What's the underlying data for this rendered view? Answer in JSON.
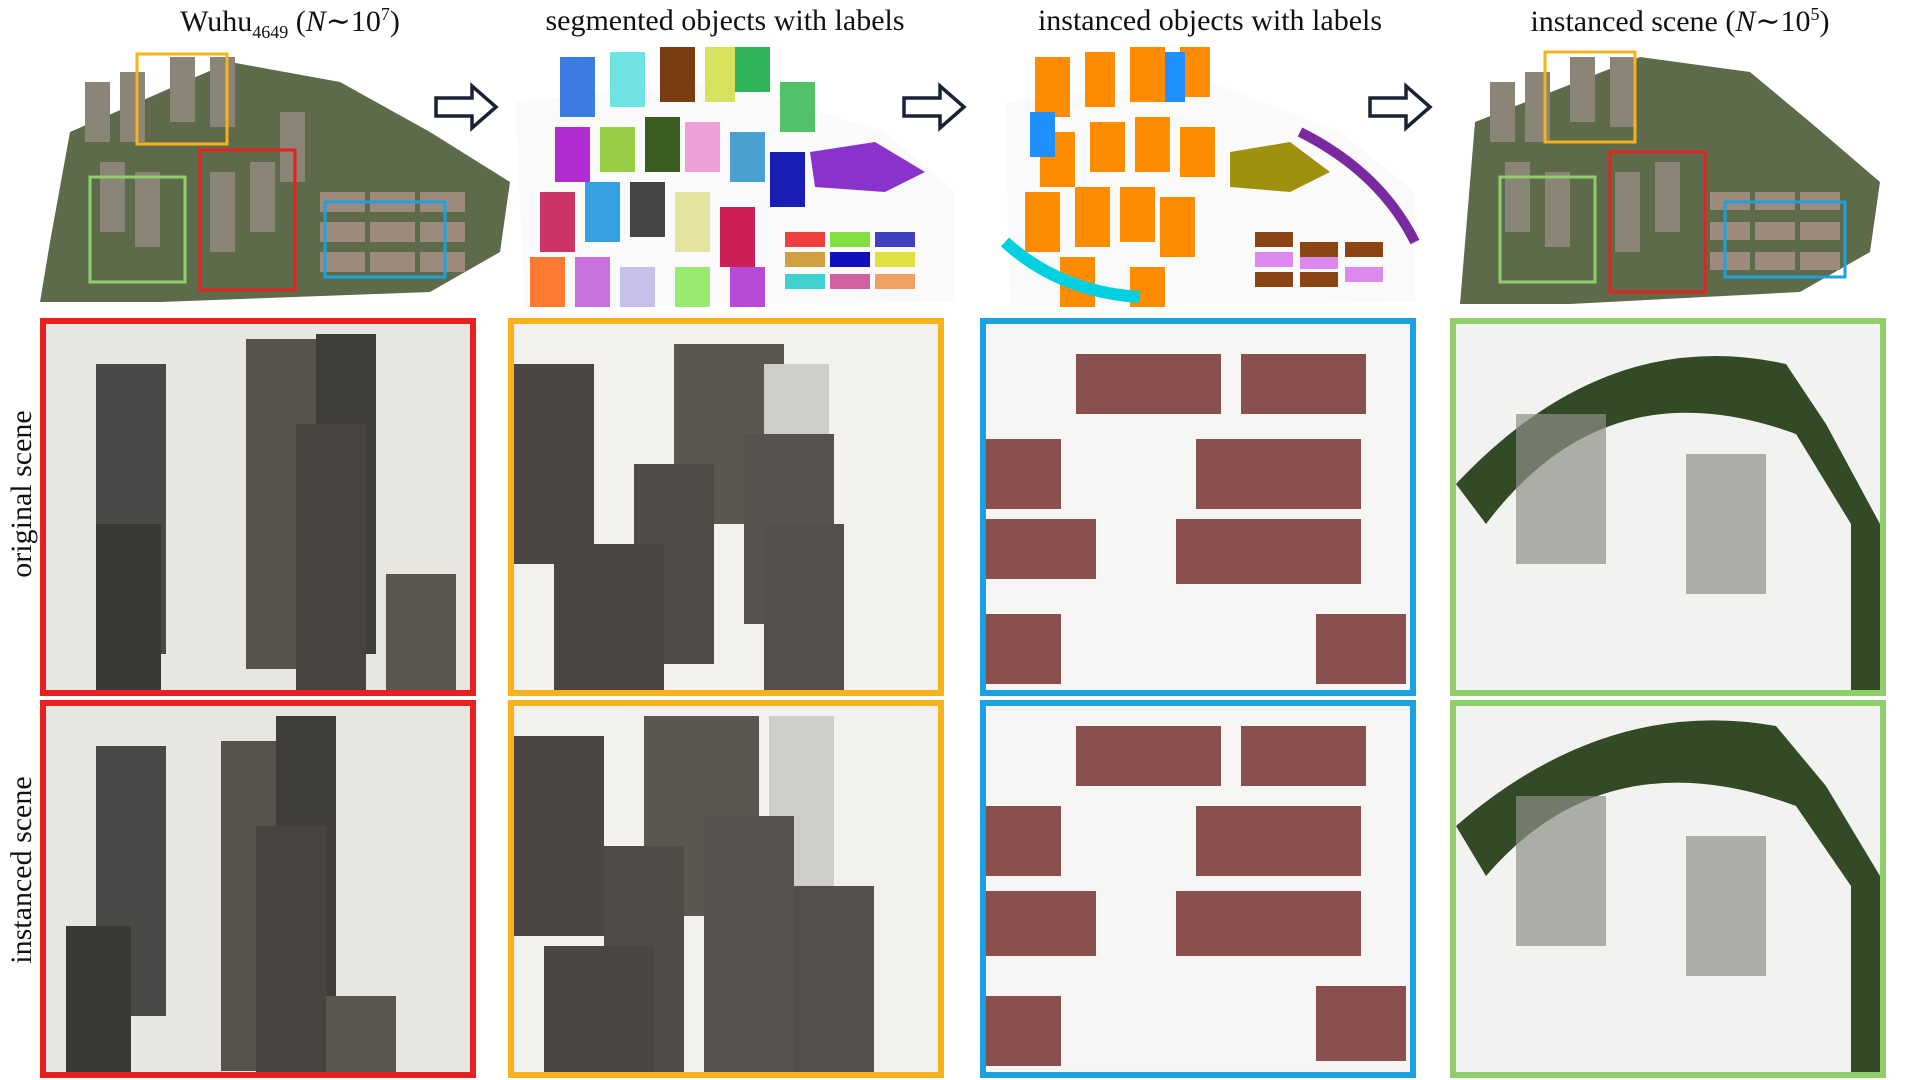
{
  "column_titles": {
    "c1": {
      "prefix": "Wuhu",
      "subscript": "4649",
      "paren_open": "(",
      "var": "N",
      "tilde": "∼10",
      "exp": "7",
      "paren_close": ")"
    },
    "c2": "segmented objects with labels",
    "c3": "instanced objects with labels",
    "c4": {
      "prefix": "instanced scene ",
      "paren_open": "(",
      "var": "N",
      "tilde": "∼10",
      "exp": "5",
      "paren_close": ")"
    }
  },
  "row_labels": {
    "original": "original scene",
    "instanced": "instanced scene"
  },
  "colors": {
    "red": "#e8201f",
    "yellow": "#f7b21d",
    "blue": "#1ba1e2",
    "green": "#8fcf6a",
    "instanced_building": "#ff8c00",
    "arrow_stroke": "#1a2233"
  },
  "icons": [
    "right-arrow-icon"
  ]
}
